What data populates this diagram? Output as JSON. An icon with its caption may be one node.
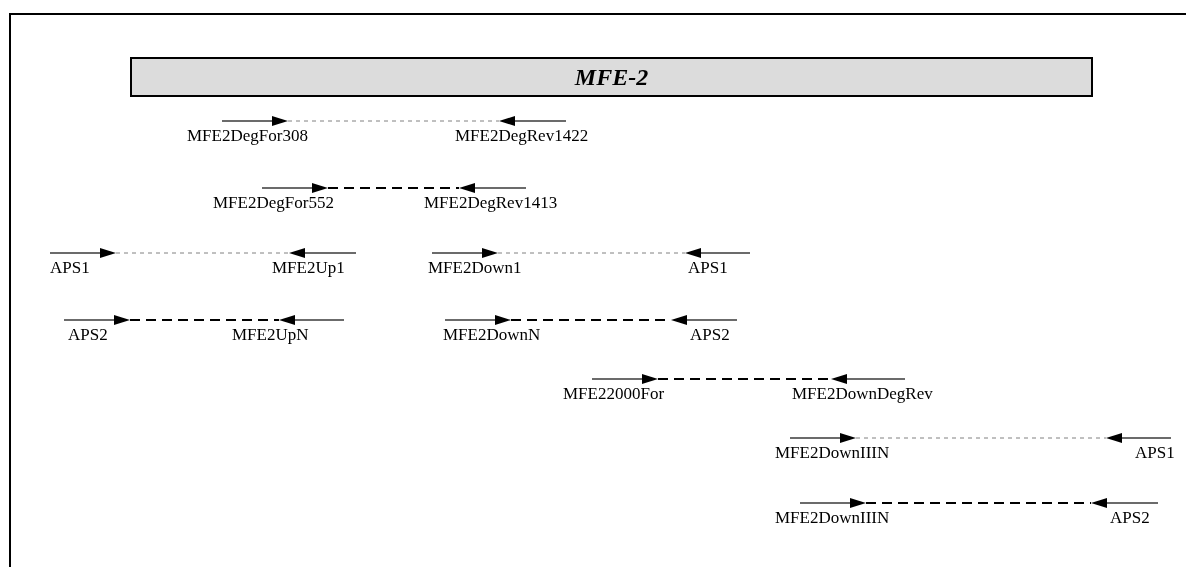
{
  "diagram": {
    "nodes": [
      {
        "text": [
          "MFE-2"
        ]
      },
      {
        "text": [],
        "shape": "arrow",
        "beside": [
          "MFE2DegFor308"
        ]
      },
      {
        "text": [],
        "shape": "arrow",
        "beside": [
          "MFE2DegRev1422"
        ]
      },
      {
        "text": [],
        "shape": "arrow",
        "beside": [
          "MFE2DegFor552"
        ]
      },
      {
        "text": [],
        "shape": "arrow",
        "beside": [
          "MFE2DegRev1413"
        ]
      },
      {
        "text": [],
        "shape": "arrow",
        "beside": [
          "APS1"
        ]
      },
      {
        "text": [],
        "shape": "arrow",
        "beside": [
          "MFE2Up1"
        ]
      },
      {
        "text": [],
        "shape": "arrow",
        "beside": [
          "MFE2Down1"
        ]
      },
      {
        "text": [],
        "shape": "arrow",
        "beside": [
          "APS1"
        ]
      },
      {
        "text": [],
        "shape": "arrow",
        "beside": [
          "APS2"
        ]
      },
      {
        "text": [],
        "shape": "arrow",
        "beside": [
          "MFE2UpN"
        ]
      },
      {
        "text": [],
        "shape": "arrow",
        "beside": [
          "MFE2DownN"
        ]
      },
      {
        "text": [],
        "shape": "arrow",
        "beside": [
          "APS2"
        ]
      },
      {
        "text": [],
        "shape": "arrow",
        "beside": [
          "MFE22000For"
        ]
      },
      {
        "text": [],
        "shape": "arrow",
        "beside": [
          "MFE2DownDegRev"
        ]
      },
      {
        "text": [],
        "shape": "arrow",
        "beside": [
          "MFE2DownIIIN"
        ]
      },
      {
        "text": [],
        "shape": "arrow",
        "beside": [
          "APS1"
        ]
      },
      {
        "text": [],
        "shape": "arrow",
        "beside": [
          "MFE2DownIIIN"
        ]
      },
      {
        "text": [],
        "shape": "arrow",
        "beside": [
          "APS2"
        ]
      }
    ],
    "edges": [
      {
        "from": 1,
        "to": 2,
        "arrow": "none",
        "style": "dashed",
        "color": "#808080"
      },
      {
        "from": 3,
        "to": 4,
        "arrow": "none",
        "style": "dashed"
      },
      {
        "from": 5,
        "to": 6,
        "arrow": "none",
        "style": "dashed",
        "color": "#808080"
      },
      {
        "from": 7,
        "to": 8,
        "arrow": "none",
        "style": "dashed",
        "color": "#808080"
      },
      {
        "from": 9,
        "to": 10,
        "arrow": "none",
        "style": "dashed"
      },
      {
        "from": 11,
        "to": 12,
        "arrow": "none",
        "style": "dashed"
      },
      {
        "from": 13,
        "to": 14,
        "arrow": "none",
        "style": "dashed"
      },
      {
        "from": 15,
        "to": 16,
        "arrow": "none",
        "style": "dashed",
        "color": "#808080"
      },
      {
        "from": 17,
        "to": 18,
        "arrow": "none",
        "style": "dashed"
      }
    ]
  }
}
